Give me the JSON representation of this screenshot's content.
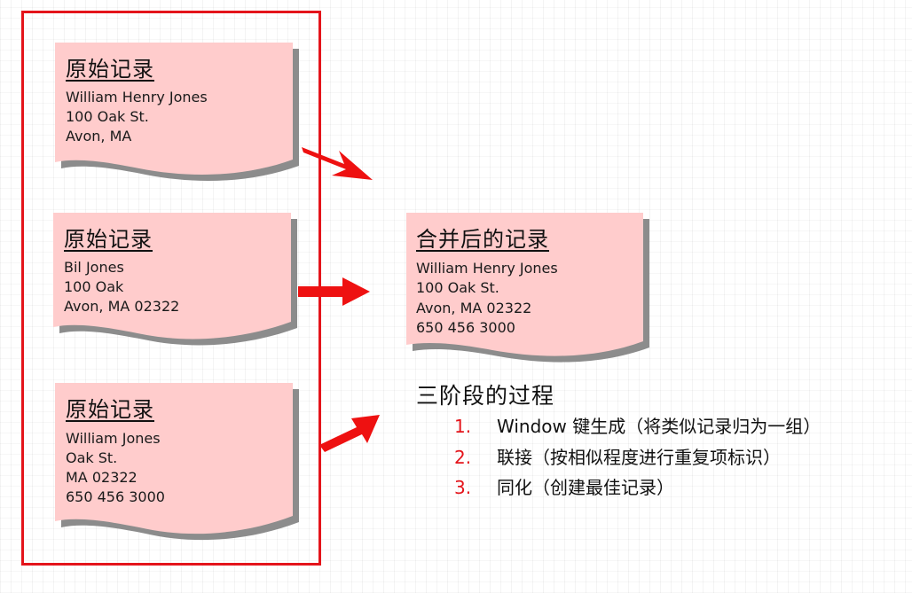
{
  "documents": {
    "original_1": {
      "title": "原始记录",
      "lines": [
        "William Henry Jones",
        "100 Oak St.",
        "Avon, MA"
      ]
    },
    "original_2": {
      "title": "原始记录",
      "lines": [
        "Bil Jones",
        "100 Oak",
        "Avon, MA 02322"
      ]
    },
    "original_3": {
      "title": "原始记录",
      "lines": [
        "William Jones",
        "Oak St.",
        "MA 02322",
        "650 456 3000"
      ]
    },
    "merged": {
      "title": "合并后的记录",
      "lines": [
        "William Henry Jones",
        "100 Oak St.",
        "Avon, MA 02322",
        "650 456 3000"
      ]
    }
  },
  "process": {
    "title": "三阶段的过程",
    "steps": [
      {
        "num": "1.",
        "text": "Window 键生成（将类似记录归为一组）"
      },
      {
        "num": "2.",
        "text": "联接（按相似程度进行重复项标识）"
      },
      {
        "num": "3.",
        "text": "同化（创建最佳记录）"
      }
    ]
  },
  "colors": {
    "doc_fill": "#ffcccc",
    "doc_shadow": "#8c8c8c",
    "frame": "#e4141b",
    "arrow": "#ee1111",
    "step_number": "#e4141b"
  }
}
